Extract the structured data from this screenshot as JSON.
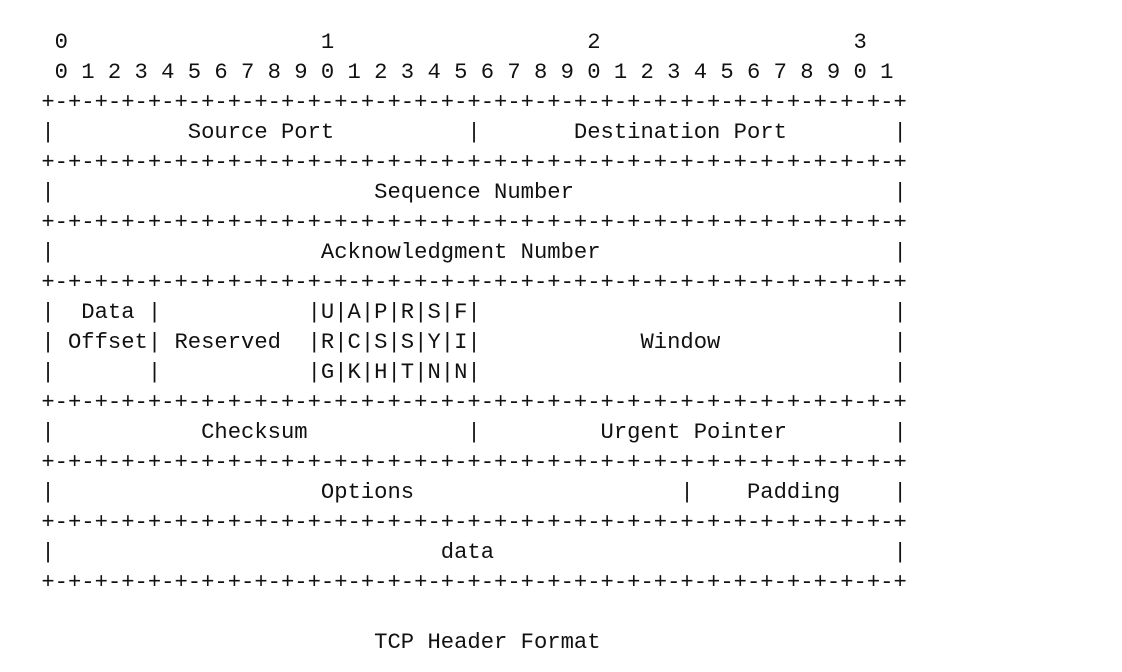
{
  "diagram": {
    "lines": [
      "  0                   1                   2                   3",
      "  0 1 2 3 4 5 6 7 8 9 0 1 2 3 4 5 6 7 8 9 0 1 2 3 4 5 6 7 8 9 0 1",
      " +-+-+-+-+-+-+-+-+-+-+-+-+-+-+-+-+-+-+-+-+-+-+-+-+-+-+-+-+-+-+-+-+",
      " |          Source Port          |       Destination Port        |",
      " +-+-+-+-+-+-+-+-+-+-+-+-+-+-+-+-+-+-+-+-+-+-+-+-+-+-+-+-+-+-+-+-+",
      " |                        Sequence Number                        |",
      " +-+-+-+-+-+-+-+-+-+-+-+-+-+-+-+-+-+-+-+-+-+-+-+-+-+-+-+-+-+-+-+-+",
      " |                    Acknowledgment Number                      |",
      " +-+-+-+-+-+-+-+-+-+-+-+-+-+-+-+-+-+-+-+-+-+-+-+-+-+-+-+-+-+-+-+-+",
      " |  Data |           |U|A|P|R|S|F|                               |",
      " | Offset| Reserved  |R|C|S|S|Y|I|            Window             |",
      " |       |           |G|K|H|T|N|N|                               |",
      " +-+-+-+-+-+-+-+-+-+-+-+-+-+-+-+-+-+-+-+-+-+-+-+-+-+-+-+-+-+-+-+-+",
      " |           Checksum            |         Urgent Pointer        |",
      " +-+-+-+-+-+-+-+-+-+-+-+-+-+-+-+-+-+-+-+-+-+-+-+-+-+-+-+-+-+-+-+-+",
      " |                    Options                    |    Padding    |",
      " +-+-+-+-+-+-+-+-+-+-+-+-+-+-+-+-+-+-+-+-+-+-+-+-+-+-+-+-+-+-+-+-+",
      " |                             data                              |",
      " +-+-+-+-+-+-+-+-+-+-+-+-+-+-+-+-+-+-+-+-+-+-+-+-+-+-+-+-+-+-+-+-+"
    ],
    "caption": "                          TCP Header Format"
  }
}
